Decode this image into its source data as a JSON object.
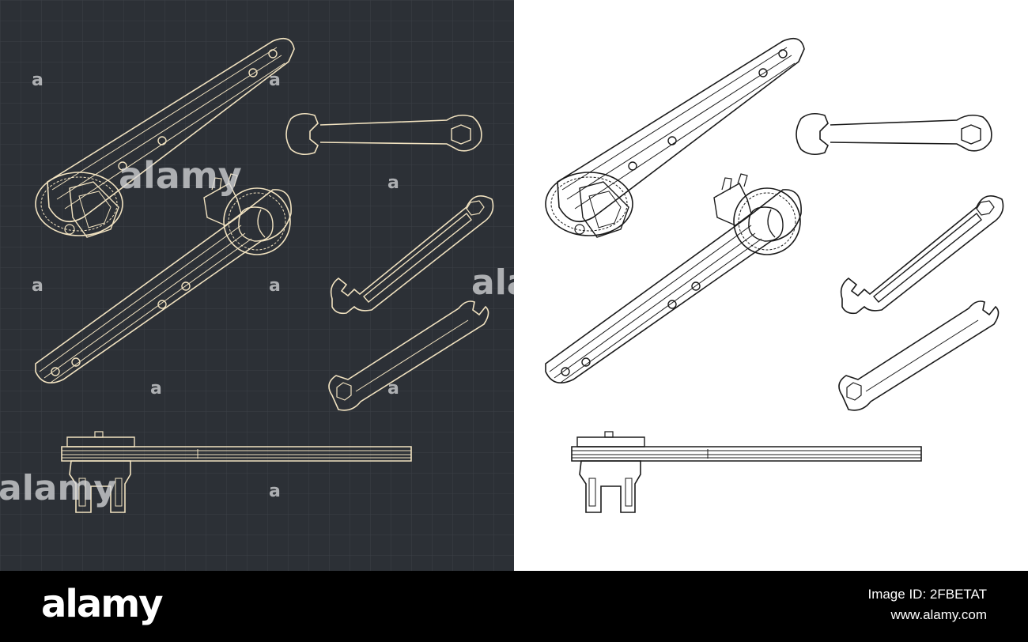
{
  "image": {
    "subject": "Ratcheting wrench blueprints",
    "panels": [
      {
        "name": "blueprint-dark",
        "background": "#2c3036",
        "line_color": "#f1e2c0",
        "grid_color": "#3b4047"
      },
      {
        "name": "blueprint-light",
        "background": "#ffffff",
        "line_color": "#1a1a1a"
      }
    ]
  },
  "watermarks": {
    "text_top": "alamy",
    "text_left": "alamy",
    "text_right": "ala",
    "mark": "a"
  },
  "footer": {
    "brand": "alamy",
    "image_id": "Image ID: 2FBETAT",
    "site": "www.alamy.com"
  },
  "colors": {
    "dark_bg": "#2c3036",
    "grid": "#3b4047",
    "cream": "#f1e2c0",
    "ink": "#1a1a1a",
    "footer_bg": "#000000"
  }
}
